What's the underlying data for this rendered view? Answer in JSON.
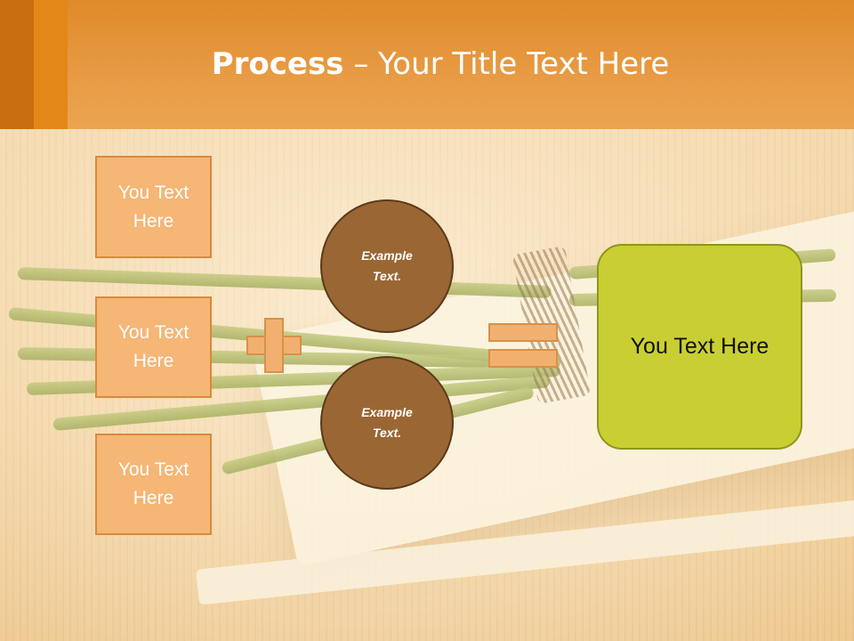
{
  "slide": {
    "title_bold": "Process",
    "title_rest": " – Your Title Text Here"
  },
  "left_boxes": [
    {
      "line1": "You Text",
      "line2": "Here"
    },
    {
      "line1": "You Text",
      "line2": "Here"
    },
    {
      "line1": "You Text",
      "line2": "Here"
    }
  ],
  "circles": [
    {
      "line1": "Example",
      "line2": "Text."
    },
    {
      "line1": "Example",
      "line2": "Text."
    }
  ],
  "result": {
    "label": "You Text Here"
  },
  "colors": {
    "header": "#e79a42",
    "box_fill": "#f5b676",
    "circle_fill": "#9a6634",
    "result_fill": "#c9cf32"
  }
}
